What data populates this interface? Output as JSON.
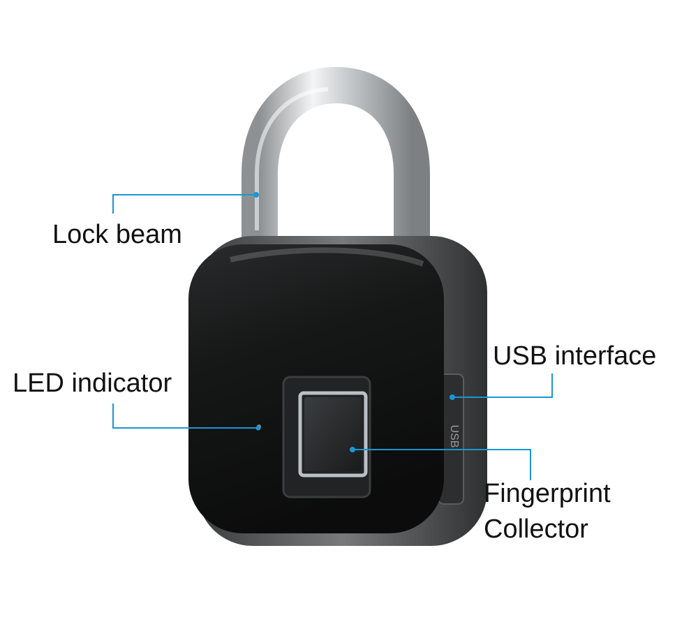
{
  "diagram": {
    "callouts": [
      {
        "id": "lock-beam",
        "label": "Lock beam"
      },
      {
        "id": "led-indicator",
        "label": "LED indicator"
      },
      {
        "id": "usb-interface",
        "label": "USB interface"
      },
      {
        "id": "fingerprint-collector",
        "label_line1": "Fingerprint",
        "label_line2": "Collector"
      }
    ],
    "usb_port_text": "USB",
    "colors": {
      "leader_line": "#1a96d4",
      "body": "#141414",
      "frame": "#6f7274",
      "shackle": "#c9ccce",
      "sensor_ring": "#b9c0c6",
      "label_text": "#111111"
    }
  }
}
